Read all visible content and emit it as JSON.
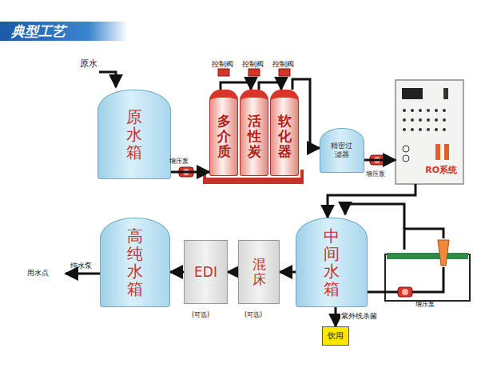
{
  "diagram": {
    "title": "典型工艺",
    "nodes": [
      {
        "text": [
          "原水箱"
        ]
      },
      {
        "text": [
          "多介质"
        ]
      },
      {
        "text": [
          "活性炭"
        ]
      },
      {
        "text": [
          "软化器"
        ]
      },
      {
        "text": [
          "精密过滤器"
        ]
      },
      {
        "text": [
          "RO系统"
        ]
      },
      {
        "text": [
          "中间水箱"
        ]
      },
      {
        "text": [
          "混床"
        ]
      },
      {
        "text": [
          "EDI"
        ]
      },
      {
        "text": [
          "高纯水箱"
        ]
      },
      {
        "text": [
          "饮用"
        ]
      }
    ],
    "edges": [
      {
        "from": 0,
        "to": 1,
        "arrow": "to"
      },
      {
        "from": 1,
        "to": 2,
        "arrow": "to"
      },
      {
        "from": 2,
        "to": 3,
        "arrow": "to"
      },
      {
        "from": 3,
        "to": 4,
        "arrow": "to"
      },
      {
        "from": 4,
        "to": 5,
        "arrow": "to"
      },
      {
        "from": 5,
        "to": 6,
        "arrow": "to"
      },
      {
        "from": 6,
        "to": 7,
        "arrow": "to"
      },
      {
        "from": 7,
        "to": 8,
        "arrow": "to"
      },
      {
        "from": 8,
        "to": 9,
        "arrow": "to"
      },
      {
        "from": 6,
        "to": 10,
        "label": "紫外线杀菌",
        "arrow": "to"
      }
    ],
    "labels": [
      "原水",
      "控制阀",
      "控制阀",
      "控制阀",
      "增压泵",
      "增压泵",
      "增压泵",
      "纯水泵",
      "用水点",
      "(可选)",
      "(可选)"
    ]
  }
}
